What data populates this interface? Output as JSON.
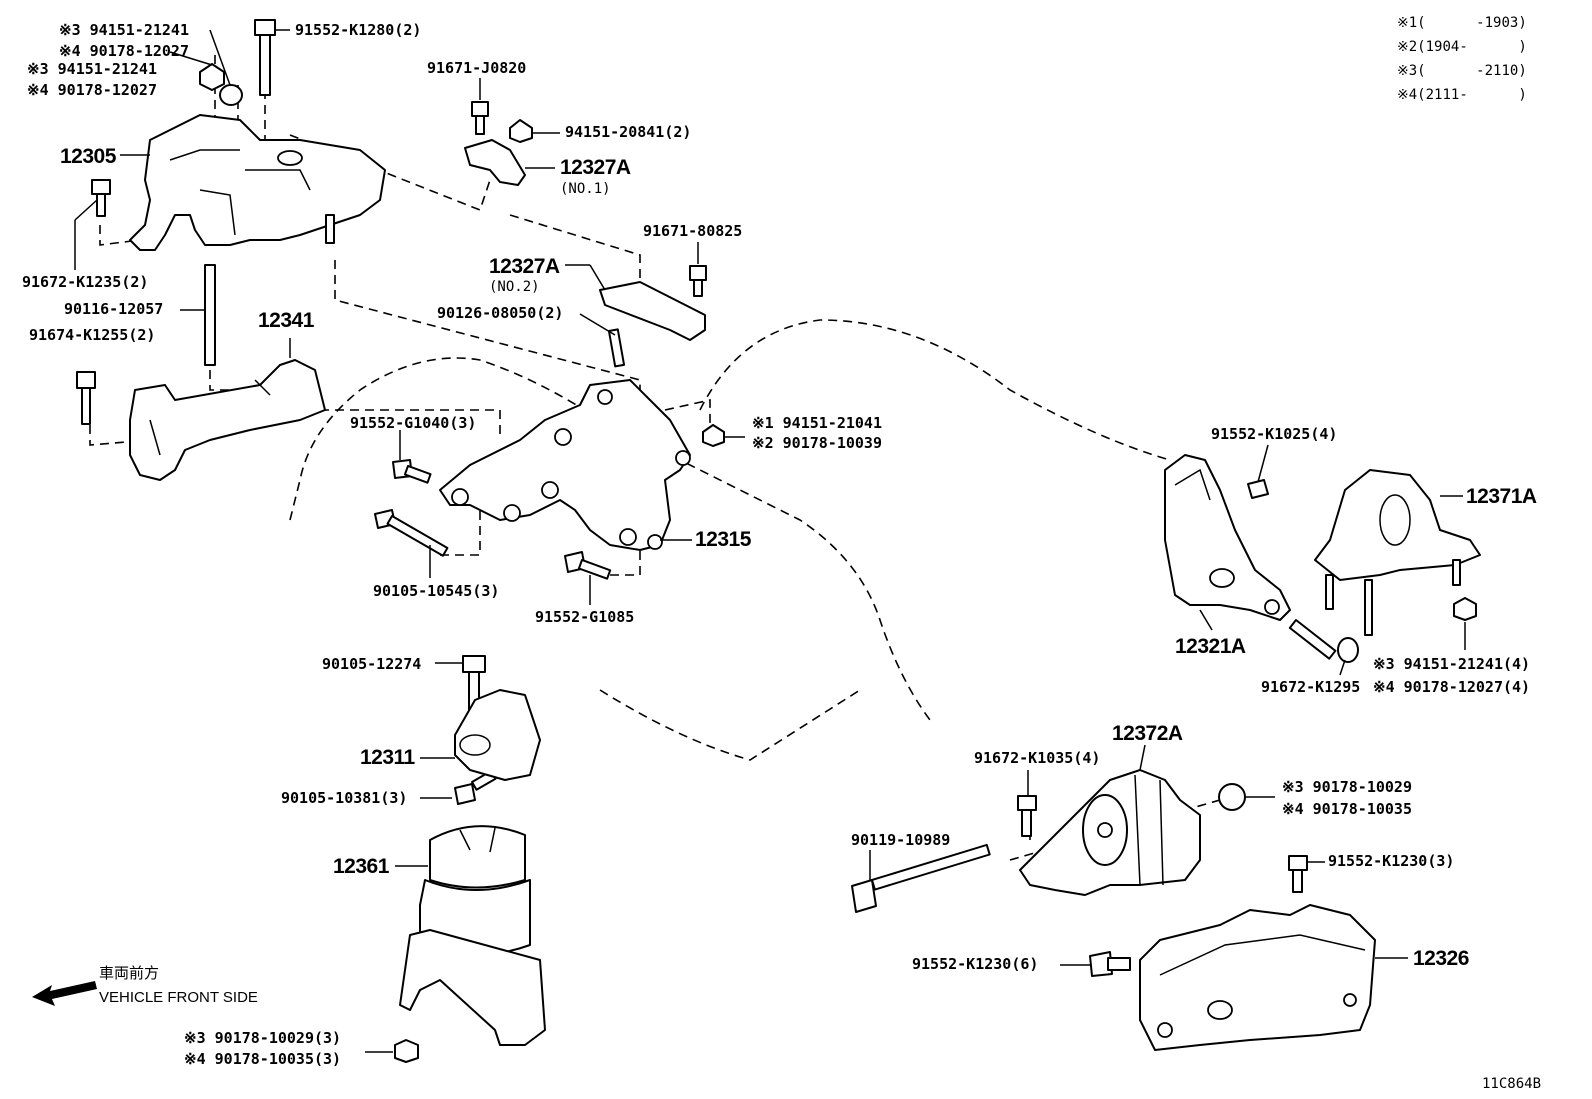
{
  "diagram_id": "11C864B",
  "footnotes": [
    {
      "mark": "※1",
      "range": "(      -1903)"
    },
    {
      "mark": "※2",
      "range": "(1904-      )"
    },
    {
      "mark": "※3",
      "range": "(      -2110)"
    },
    {
      "mark": "※4",
      "range": "(2111-      )"
    }
  ],
  "direction": {
    "jp": "車両前方",
    "en": "VEHICLE FRONT SIDE"
  },
  "parts": {
    "p12305": "12305",
    "p12341": "12341",
    "p12327a_1": "12327A",
    "p12327a_1_sub": "(NO.1)",
    "p12327a_2": "12327A",
    "p12327a_2_sub": "(NO.2)",
    "p12315": "12315",
    "p12311": "12311",
    "p12361": "12361",
    "p12321a": "12321A",
    "p12371a": "12371A",
    "p12372a": "12372A",
    "p12326": "12326"
  },
  "fasteners": {
    "f1": "※3 94151-21241",
    "f2": "※4 90178-12027",
    "f3": "※3 94151-21241",
    "f4": "※4 90178-12027",
    "f5": "91552-K1280(2)",
    "f6": "91671-J0820",
    "f7": "94151-20841(2)",
    "f8": "91671-80825",
    "f9": "91672-K1235(2)",
    "f10": "90116-12057",
    "f11": "91674-K1255(2)",
    "f12": "90126-08050(2)",
    "f13": "91552-G1040(3)",
    "f14": "※1 94151-21041",
    "f15": "※2 90178-10039",
    "f16": "90105-10545(3)",
    "f17": "91552-G1085",
    "f18": "90105-12274",
    "f19": "90105-10381(3)",
    "f20": "※3 90178-10029(3)",
    "f21": "※4 90178-10035(3)",
    "f22": "91552-K1025(4)",
    "f23": "91672-K1295",
    "f24": "※3 94151-21241(4)",
    "f25": "※4 90178-12027(4)",
    "f26": "91672-K1035(4)",
    "f27": "※3 90178-10029",
    "f28": "※4 90178-10035",
    "f29": "90119-10989",
    "f30": "91552-K1230(3)",
    "f31": "91552-K1230(6)"
  }
}
